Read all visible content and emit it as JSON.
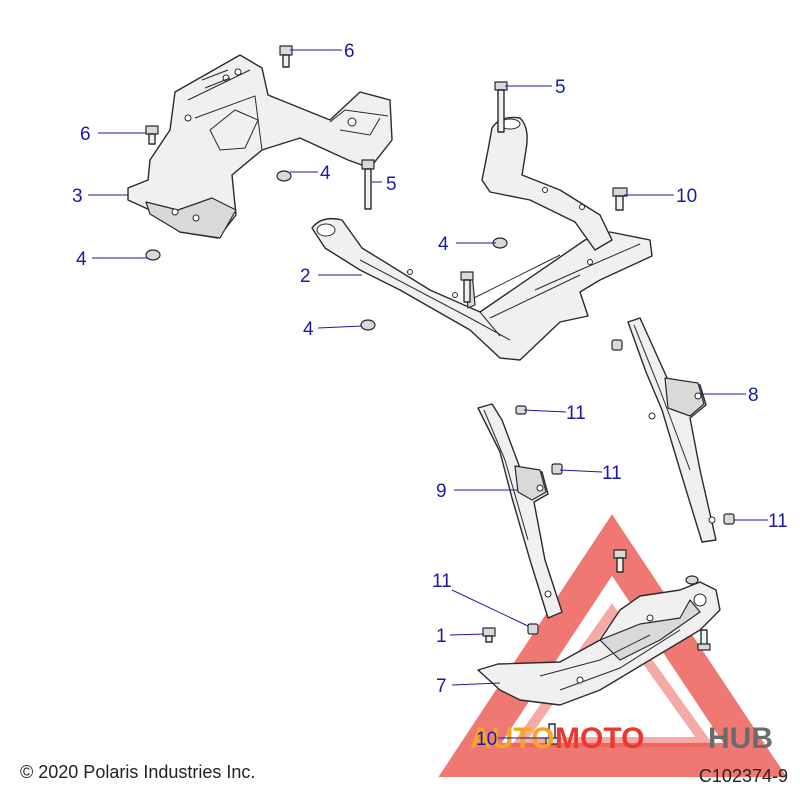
{
  "footer": {
    "copyright": "© 2020 Polaris Industries Inc.",
    "diagram_id": "C102374-9"
  },
  "watermark": {
    "text_a": "AUTO",
    "text_b": "MOTO",
    "text_c": "HUB",
    "color_red": "#e8382f",
    "color_orange": "#f5a623",
    "color_gray": "#6b6b6b"
  },
  "callouts": {
    "c1": "1",
    "c2": "2",
    "c3": "3",
    "c4a": "4",
    "c4b": "4",
    "c4c": "4",
    "c4d": "4",
    "c5a": "5",
    "c5b": "5",
    "c6a": "6",
    "c6b": "6",
    "c7": "7",
    "c8": "8",
    "c9": "9",
    "c10a": "10",
    "c10b": "10",
    "c11a": "11",
    "c11b": "11",
    "c11c": "11",
    "c11d": "11"
  }
}
